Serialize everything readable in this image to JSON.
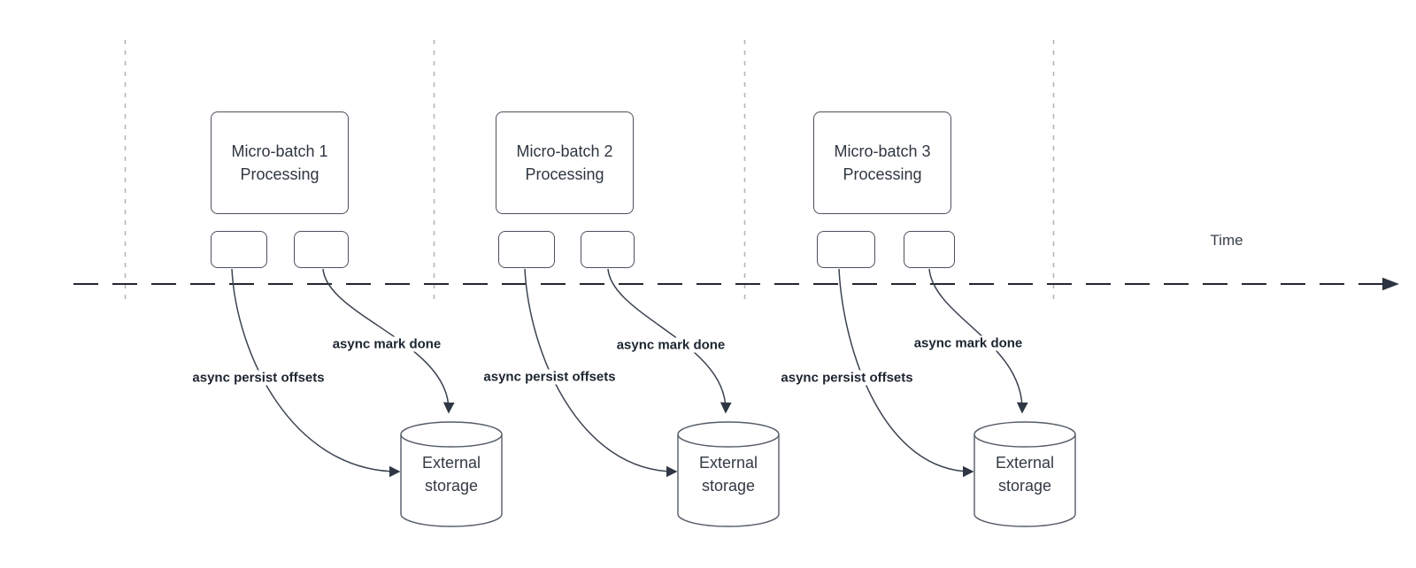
{
  "axis": {
    "time_label": "Time"
  },
  "groups": [
    {
      "box_title": "Micro-batch 1\nProcessing",
      "persist_label": "async persist offsets",
      "done_label": "async mark done",
      "storage_label": "External\nstorage"
    },
    {
      "box_title": "Micro-batch 2\nProcessing",
      "persist_label": "async persist offsets",
      "done_label": "async mark done",
      "storage_label": "External\nstorage"
    },
    {
      "box_title": "Micro-batch 3\nProcessing",
      "persist_label": "async persist offsets",
      "done_label": "async mark done",
      "storage_label": "External\nstorage"
    }
  ],
  "colors": {
    "curve": "#3b4350",
    "axis_line": "#23272e",
    "guide_line": "#b3b6bb",
    "shape_border": "#4a515c",
    "edge_label_text": "#1d2530",
    "node_text": "#2f3640"
  }
}
